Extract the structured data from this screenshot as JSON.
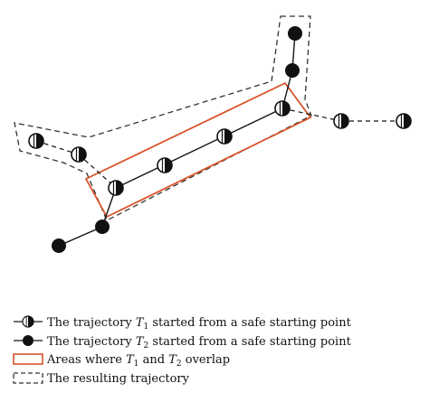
{
  "legend": {
    "t1": {
      "pre": "The trajectory ",
      "var": "T",
      "sub": "1",
      "post": " started from a safe starting point"
    },
    "t2": {
      "pre": "The trajectory ",
      "var": "T",
      "sub": "2",
      "post": " started from a safe starting point"
    },
    "overlap": {
      "pre": "Areas where ",
      "var1": "T",
      "sub1": "1",
      "mid": " and ",
      "var2": "T",
      "sub2": "2",
      "post": " overlap"
    },
    "result": {
      "text": "The resulting trajectory"
    }
  },
  "colors": {
    "line": "#111111",
    "overlap_box": "#d9542b",
    "dashed": "#333333",
    "node_fill_dark": "#111111",
    "node_fill_light": "#ffffff"
  },
  "icons": {
    "t1_node": "half-filled-circle",
    "t2_node": "filled-circle"
  }
}
